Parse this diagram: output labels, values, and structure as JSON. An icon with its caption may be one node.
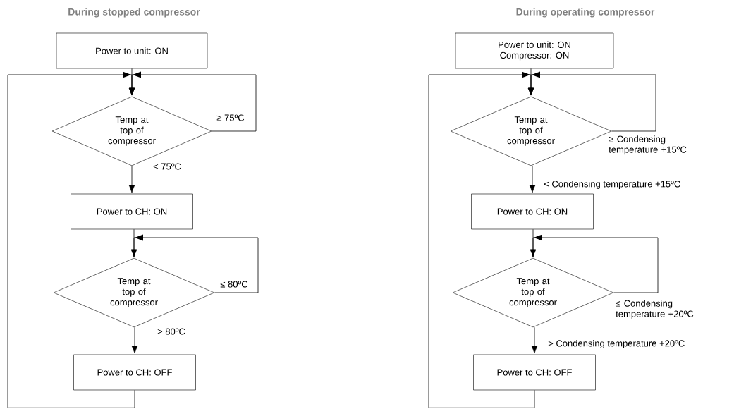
{
  "diagram": {
    "nodes": [
      {
        "text": [
          "Power to unit: ON"
        ]
      },
      {
        "text": [
          "Temp at top of compressor"
        ]
      },
      {
        "text": [
          "Power to CH: ON"
        ]
      },
      {
        "text": [
          "Temp at top of compressor"
        ]
      },
      {
        "text": [
          "Power to CH: OFF"
        ]
      },
      {
        "text": [
          "Power to unit: ON",
          "Compressor: ON"
        ]
      },
      {
        "text": [
          "Temp at top of compressor"
        ]
      },
      {
        "text": [
          "Power to CH: ON"
        ]
      },
      {
        "text": [
          "Temp at top of compressor"
        ]
      },
      {
        "text": [
          "Power to CH: OFF"
        ]
      }
    ],
    "edges": [
      {
        "from": 0,
        "to": 1,
        "arrow": "to"
      },
      {
        "from": 1,
        "to": 1,
        "arrow": "to",
        "label": "≥ 75ºC"
      },
      {
        "from": 1,
        "to": 2,
        "arrow": "to",
        "label": "< 75ºC"
      },
      {
        "from": 2,
        "to": 3,
        "arrow": "to"
      },
      {
        "from": 3,
        "to": 3,
        "arrow": "to",
        "label": "≤ 80ºC"
      },
      {
        "from": 3,
        "to": 4,
        "arrow": "to",
        "label": "> 80ºC"
      },
      {
        "from": 4,
        "to": 1,
        "arrow": "to"
      },
      {
        "from": 5,
        "to": 6,
        "arrow": "to"
      },
      {
        "from": 6,
        "to": 6,
        "arrow": "to",
        "label": "≥ Condensing temperature +15ºC"
      },
      {
        "from": 6,
        "to": 7,
        "arrow": "to",
        "label": "< Condensing temperature +15ºC"
      },
      {
        "from": 7,
        "to": 8,
        "arrow": "to"
      },
      {
        "from": 8,
        "to": 8,
        "arrow": "to",
        "label": "≤ Condensing temperature +20ºC"
      },
      {
        "from": 8,
        "to": 9,
        "arrow": "to",
        "label": "> Condensing temperature +20ºC"
      },
      {
        "from": 9,
        "to": 6,
        "arrow": "to"
      }
    ],
    "labels": [
      "During stopped compressor",
      "During operating compressor"
    ]
  }
}
